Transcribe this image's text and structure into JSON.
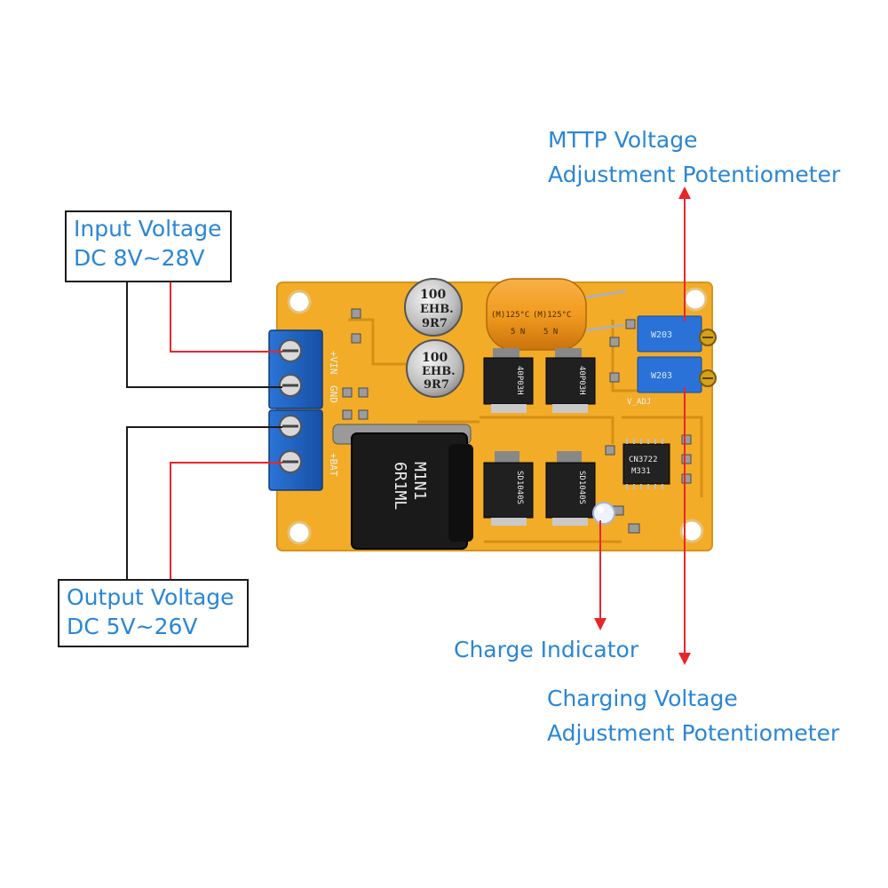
{
  "callouts": {
    "mttp": {
      "line1": "MTTP Voltage",
      "line2": "Adjustment Potentiometer"
    },
    "input": {
      "line1": "Input Voltage",
      "line2": "DC 8V~28V"
    },
    "output": {
      "line1": "Output Voltage",
      "line2": "DC 5V~26V"
    },
    "charge": {
      "line1": "Charge Indicator"
    },
    "charging": {
      "line1": "Charging Voltage",
      "line2": "Adjustment Potentiometer"
    }
  },
  "board": {
    "terminal_labels": [
      "+VIN",
      "GND",
      "+BAT"
    ],
    "cap_labels": [
      "100",
      "EHB.",
      "9R7"
    ],
    "film_cap_labels": [
      "(M)125°C",
      "(M)125°C",
      "5 N",
      "5 N"
    ],
    "mosfet_labels": [
      "40P03H",
      "40P03H"
    ],
    "diode_labels": [
      "SD1040S",
      "SD1040S"
    ],
    "inductor_labels": [
      "6R1ML",
      "M1N1"
    ],
    "ic_labels": [
      "CN3722",
      "M331"
    ],
    "pot_labels": [
      "W203",
      "W203"
    ],
    "pad_labels": [
      "V_ADJ"
    ]
  },
  "colors": {
    "label_blue": "#2a86d6",
    "leader_red": "#e8262a",
    "leader_black": "#1a1a1a",
    "pcb_orange": "#f2ac28",
    "terminal_blue": "#1f64c8",
    "pot_blue": "#2a72d8"
  }
}
